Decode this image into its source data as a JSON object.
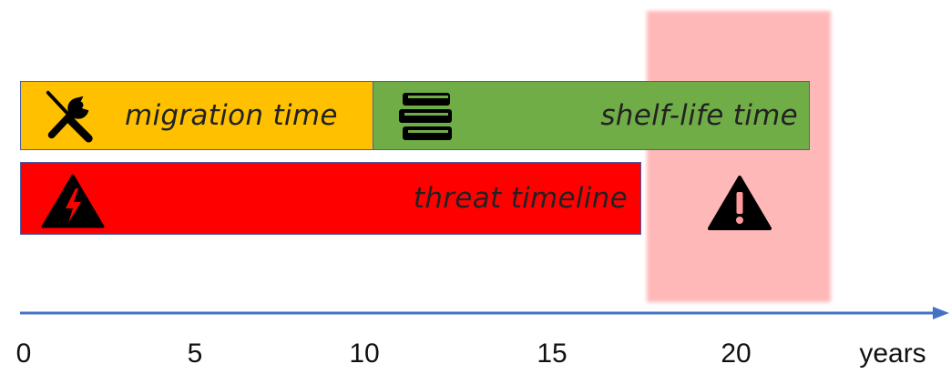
{
  "diagram": {
    "bars": {
      "migration": {
        "label": "migration time",
        "icon": "wrench-screwdriver-icon",
        "color": "#FFC000"
      },
      "shelf_life": {
        "label": "shelf-life time",
        "icon": "books-icon",
        "color": "#70AD47"
      },
      "threat": {
        "label": "threat timeline",
        "icon": "high-voltage-warning-icon",
        "color": "#FF0000"
      }
    },
    "danger_zone": {
      "icon": "exclamation-warning-icon",
      "color": "#FF9A9A"
    },
    "axis": {
      "color": "#4472C4",
      "ticks": [
        "0",
        "5",
        "10",
        "15",
        "20"
      ],
      "unit_label": "years"
    }
  }
}
